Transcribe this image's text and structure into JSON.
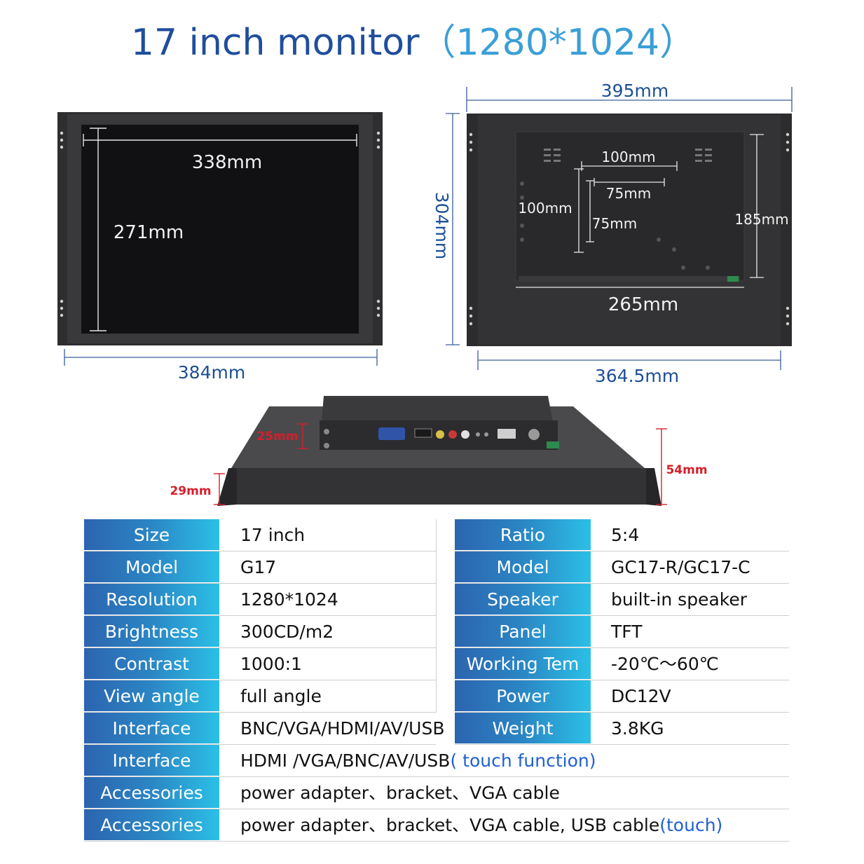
{
  "title": {
    "main": "17 inch monitor",
    "resolution": "（1280*1024）"
  },
  "dimensions": {
    "front_inner_width": "338mm",
    "front_inner_height": "271mm",
    "front_outer_width": "384mm",
    "back_outer_width": "395mm",
    "back_height": "304mm",
    "vesa_large_h": "100mm",
    "vesa_small_h": "75mm",
    "vesa_large_v": "100mm",
    "vesa_small_v": "75mm",
    "back_inner_height": "185mm",
    "back_inner_width": "265mm",
    "back_frame_width": "364.5mm",
    "side_depth_box": "25mm",
    "side_total_depth": "54mm",
    "side_frame_depth": "29mm"
  },
  "specs": {
    "left": [
      {
        "label": "Size",
        "value": "17 inch"
      },
      {
        "label": "Model",
        "value": "G17"
      },
      {
        "label": "Resolution",
        "value": "1280*1024"
      },
      {
        "label": "Brightness",
        "value": "300CD/m2"
      },
      {
        "label": "Contrast",
        "value": "1000:1"
      },
      {
        "label": "View angle",
        "value": "full angle"
      },
      {
        "label": "Interface",
        "value": "BNC/VGA/HDMI/AV/USB"
      }
    ],
    "right": [
      {
        "label": "Ratio",
        "value": "5:4"
      },
      {
        "label": "Model",
        "value": "GC17-R/GC17-C"
      },
      {
        "label": "Speaker",
        "value": "built-in speaker"
      },
      {
        "label": "Panel",
        "value": "TFT"
      },
      {
        "label": "Working Tem",
        "value": "-20℃～60℃"
      },
      {
        "label": "Power",
        "value": "DC12V"
      },
      {
        "label": "Weight",
        "value": "3.8KG"
      }
    ],
    "full": [
      {
        "label": "Interface",
        "value": "HDMI /VGA/BNC/AV/USB",
        "note": "( touch function)"
      },
      {
        "label": "Accessories",
        "value": "power adapter、bracket、VGA cable",
        "note": ""
      },
      {
        "label": "Accessories",
        "value": "power adapter、bracket、VGA  cable, USB cable",
        "note": "(touch)"
      }
    ]
  },
  "colors": {
    "title": "#1f4e9c",
    "accent": "#3a9fd6",
    "dimension": "#1d4f95",
    "label_start": "#2c64b0",
    "label_end": "#2bc0e6",
    "highlight": "#1e5fd6",
    "side_dim": "#d61e2b"
  }
}
